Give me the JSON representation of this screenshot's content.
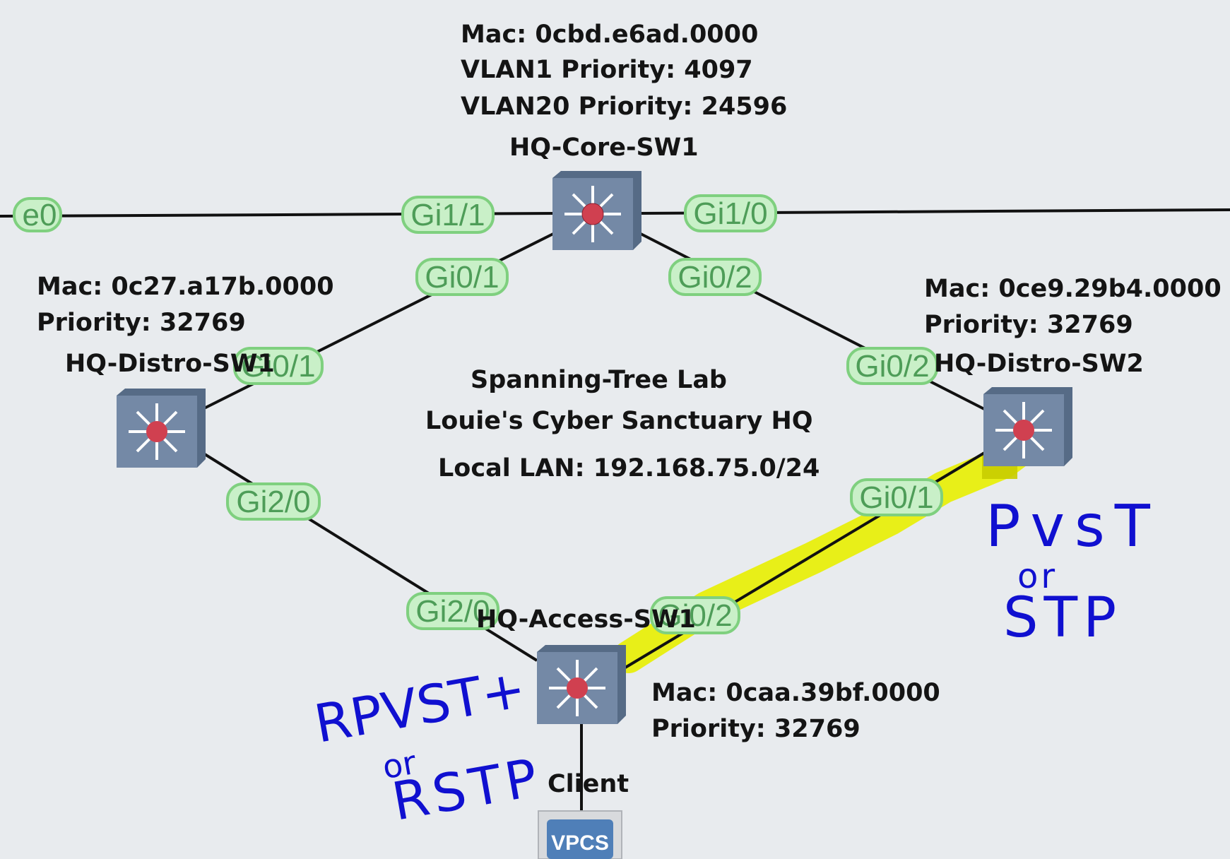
{
  "diagram": {
    "title_lines": [
      "Spanning-Tree Lab",
      "Louie's Cyber Sanctuary HQ",
      "Local LAN: 192.168.75.0/24"
    ],
    "devices": {
      "core": {
        "name": "HQ-Core-SW1",
        "info": [
          "Mac: 0cbd.e6ad.0000",
          "VLAN1 Priority: 4097",
          "VLAN20 Priority: 24596"
        ]
      },
      "distro1": {
        "name": "HQ-Distro-SW1",
        "info": [
          "Mac: 0c27.a17b.0000",
          "Priority: 32769"
        ]
      },
      "distro2": {
        "name": "HQ-Distro-SW2",
        "info": [
          "Mac: 0ce9.29b4.0000",
          "Priority: 32769"
        ]
      },
      "access": {
        "name": "HQ-Access-SW1",
        "info": [
          "Mac: 0caa.39bf.0000",
          "Priority: 32769"
        ]
      },
      "client": {
        "name": "Client",
        "badge": "VPCS"
      }
    },
    "ports": {
      "e0": "e0",
      "core_gi11": "Gi1/1",
      "core_gi10": "Gi1/0",
      "core_gi01": "Gi0/1",
      "core_gi02": "Gi0/2",
      "d1_gi01": "Gi0/1",
      "d1_gi20": "Gi2/0",
      "d2_gi02": "Gi0/2",
      "d2_gi01": "Gi0/1",
      "acc_gi20": "Gi2/0",
      "acc_gi02": "Gi0/2"
    },
    "annotations": {
      "right_lines": [
        "PvsT",
        "or",
        "STP"
      ],
      "left_lines": [
        "RPVST+",
        "or",
        "RSTP"
      ],
      "ink_color": "#1010d0",
      "highlight_color": "#e8f000"
    },
    "colors": {
      "background": "#e8ebee",
      "port_fill": "#c9f0c8",
      "port_border": "#7fd07f",
      "port_text": "#4e9d58",
      "switch_fill": "#7489a6",
      "switch_light": "#d04050"
    }
  }
}
